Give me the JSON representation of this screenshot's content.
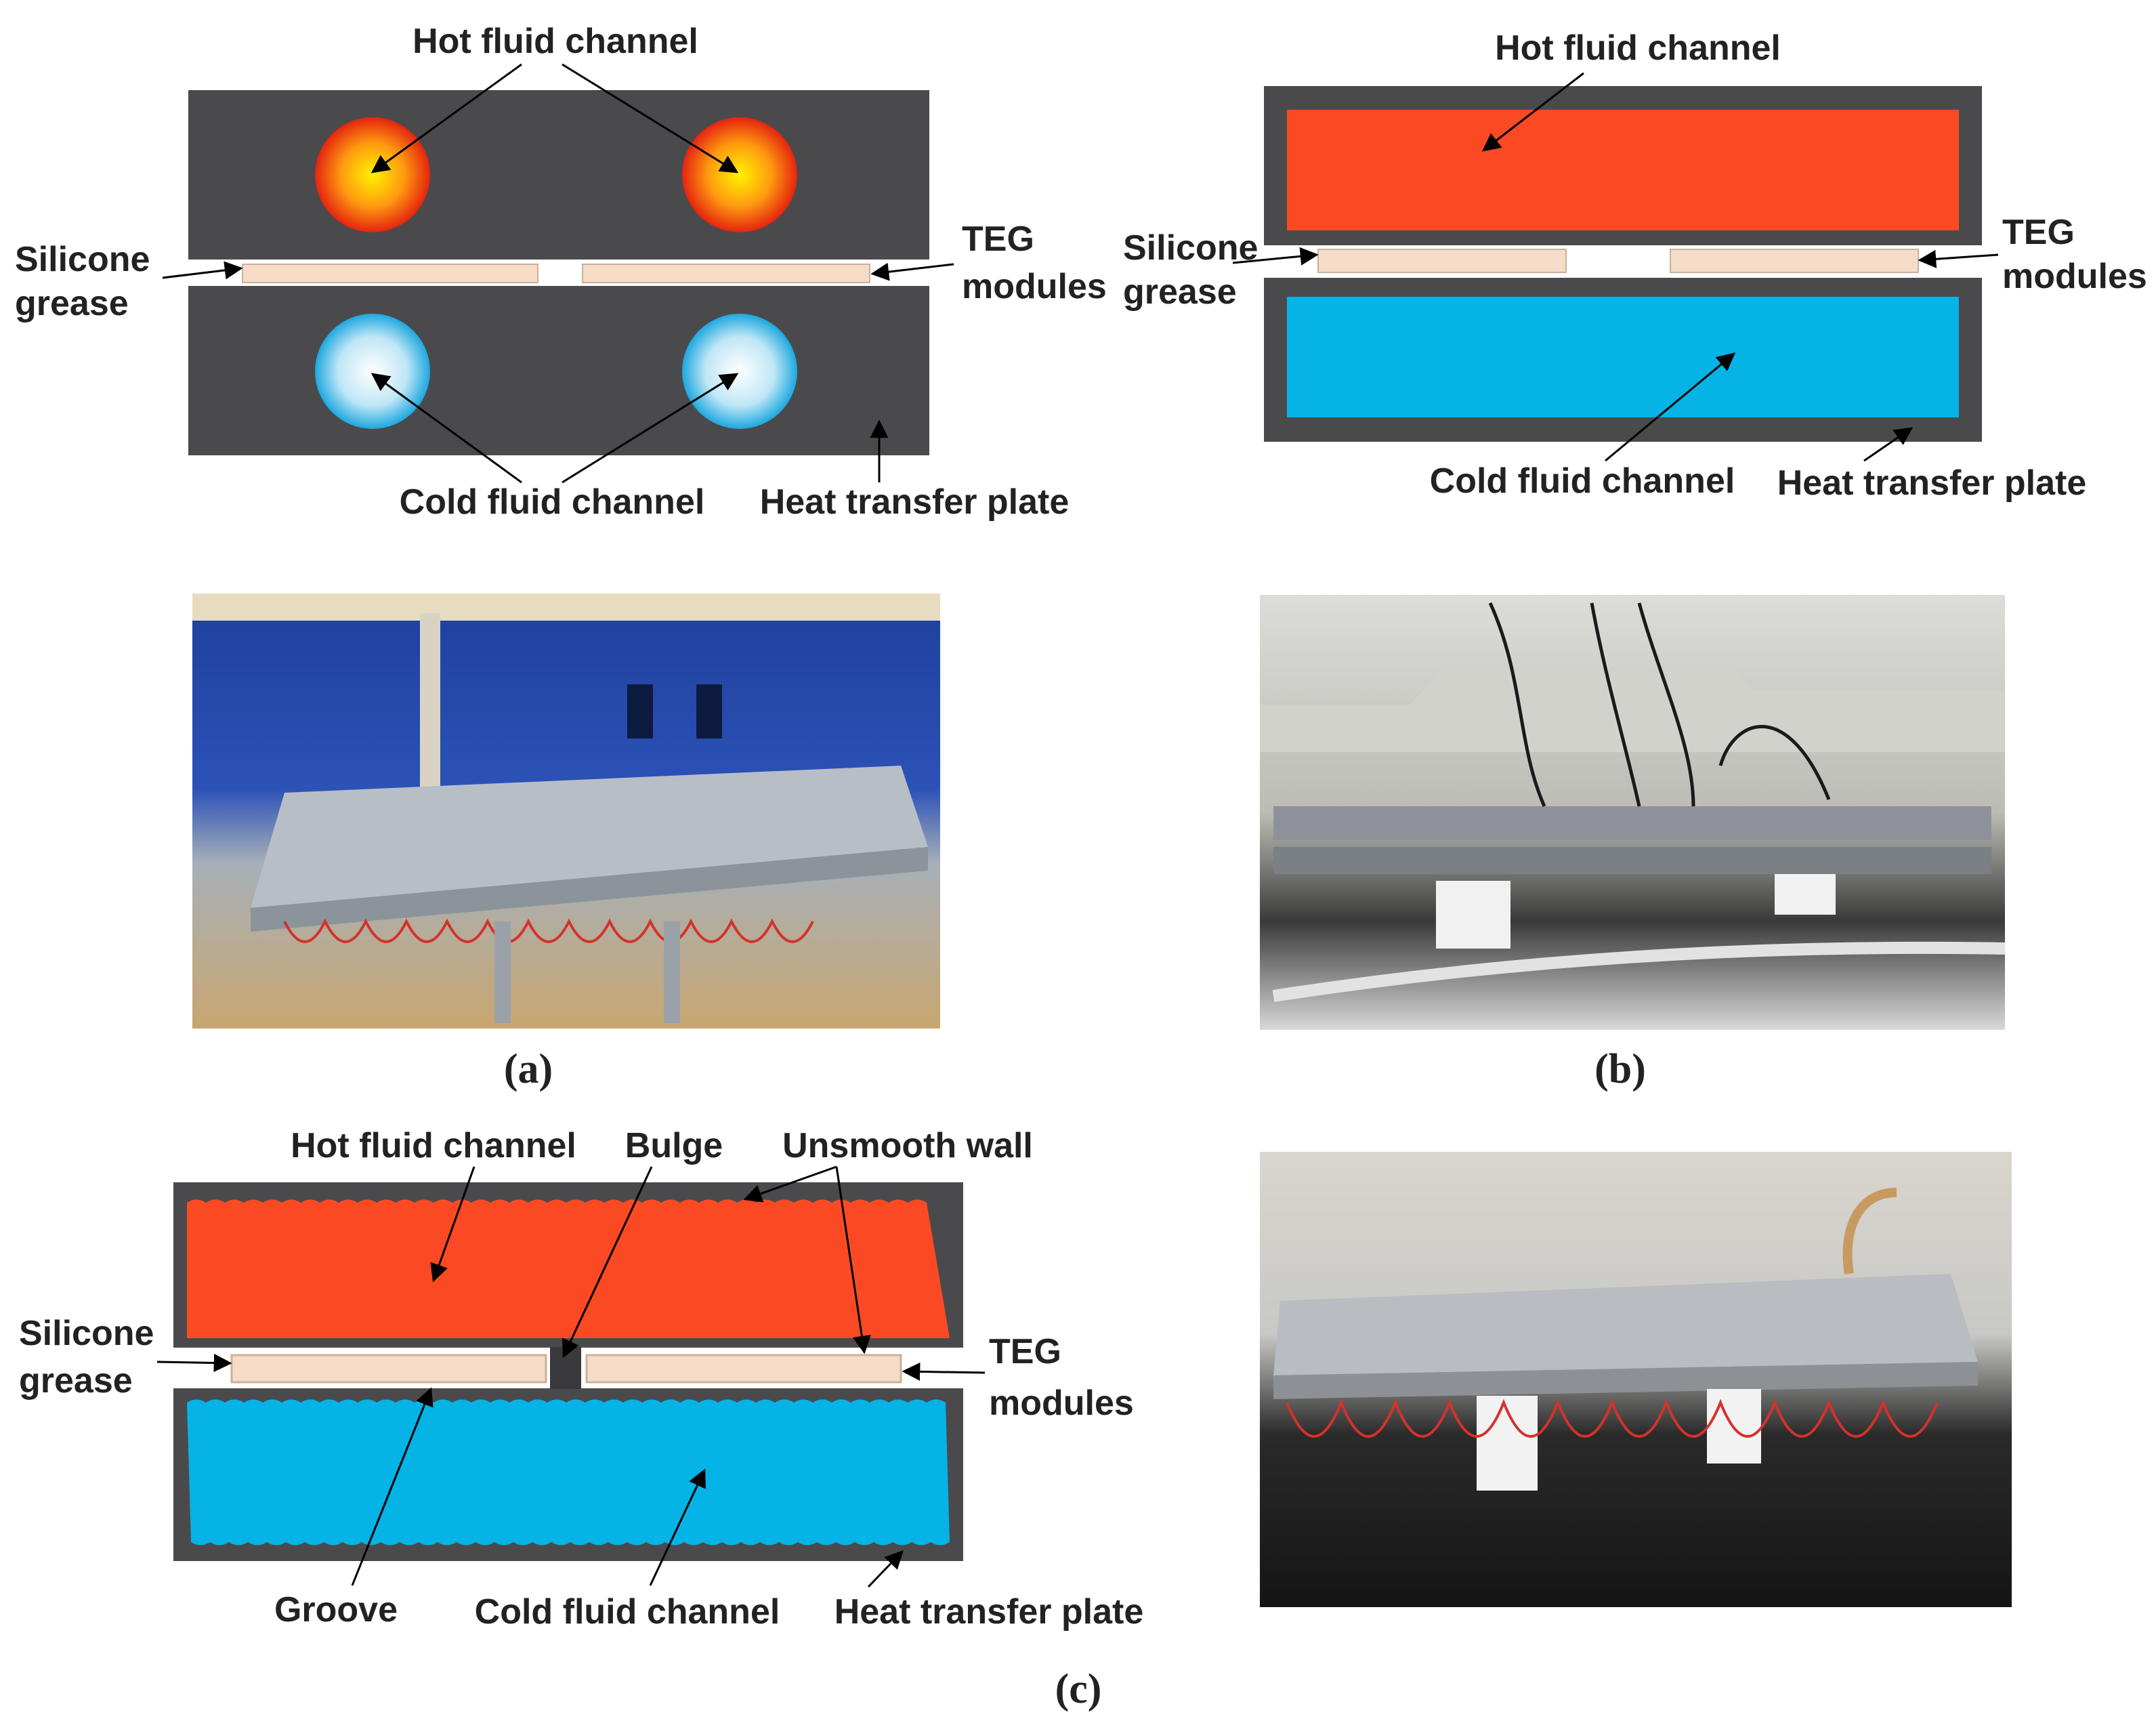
{
  "panel_a": {
    "hot_channel": "Hot fluid channel",
    "cold_channel": "Cold fluid channel",
    "heat_plate": "Heat transfer plate",
    "silicone_1": "Silicone",
    "silicone_2": "grease",
    "teg_1": "TEG",
    "teg_2": "modules",
    "caption": "(a)"
  },
  "panel_b": {
    "hot_channel": "Hot fluid channel",
    "cold_channel": "Cold fluid channel",
    "heat_plate": "Heat  transfer plate",
    "silicone_1": "Silicone",
    "silicone_2": "grease",
    "teg_1": "TEG",
    "teg_2": "modules",
    "caption": "(b)"
  },
  "panel_c": {
    "hot_channel": "Hot fluid channel",
    "bulge": "Bulge",
    "unsmooth": "Unsmooth wall",
    "silicone_1": "Silicone",
    "silicone_2": "grease",
    "teg_1": "TEG",
    "teg_2": "modules",
    "groove": "Groove",
    "cold_channel": "Cold fluid channel",
    "heat_plate": "Heat  transfer  plate",
    "caption": "(c)"
  },
  "colors": {
    "plate": "#4a4a4d",
    "hot": "#fb4a23",
    "cold": "#05b3e6",
    "teg": "#f6dcc6"
  }
}
